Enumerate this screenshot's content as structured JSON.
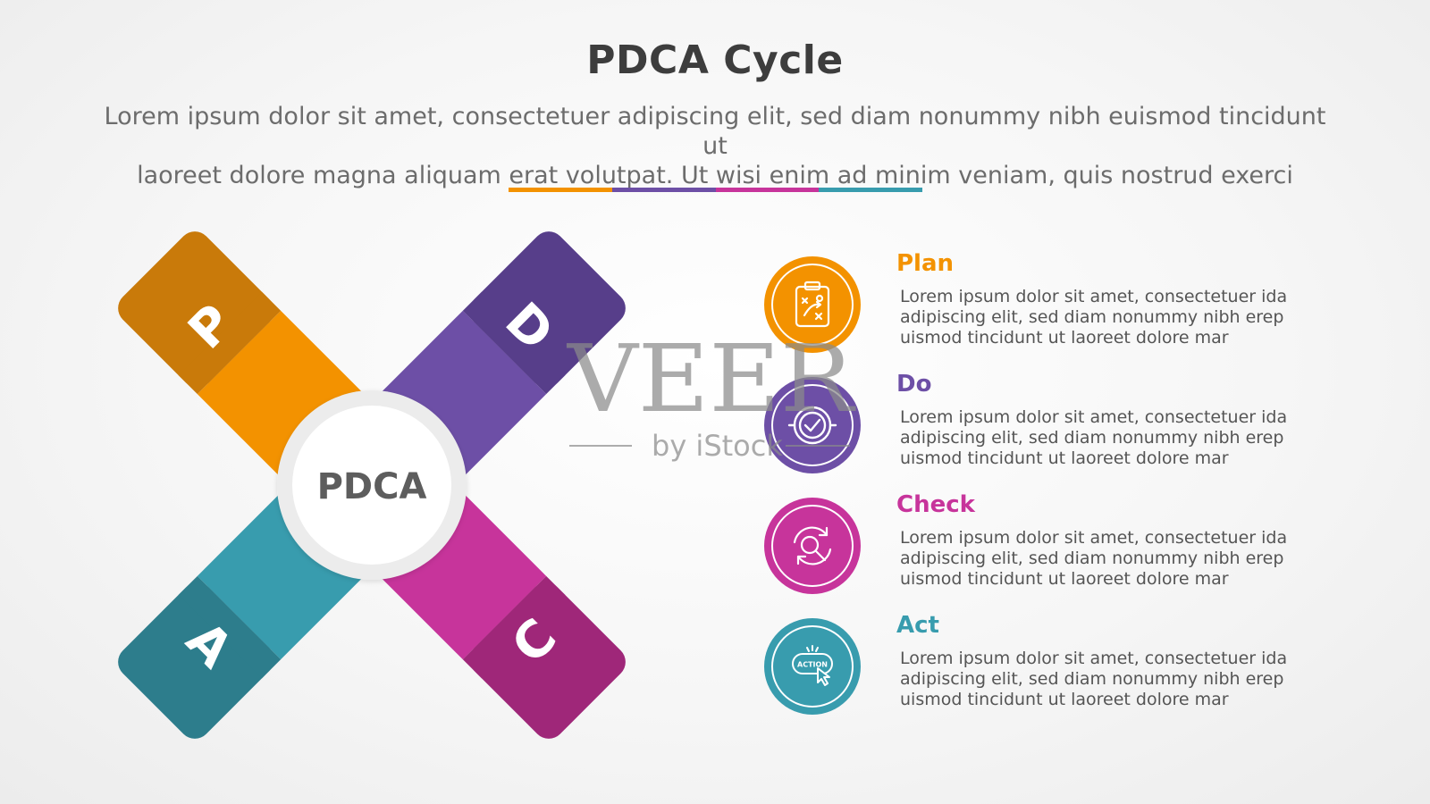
{
  "header": {
    "title": "PDCA Cycle",
    "subtitle_line1": "Lorem ipsum dolor sit amet, consectetuer adipiscing elit, sed diam nonummy nibh euismod tincidunt ut",
    "subtitle_line2": "laoreet dolore magna aliquam erat volutpat. Ut wisi enim ad minim veniam, quis nostrud exerci"
  },
  "colors": {
    "plan": "#F39200",
    "plan_dark": "#C97A0A",
    "do": "#6D4FA6",
    "do_dark": "#573E8A",
    "check": "#C7349B",
    "check_dark": "#9F2779",
    "act": "#389CAE",
    "act_dark": "#2D7D8C"
  },
  "diagram": {
    "center_label": "PDCA",
    "letters": {
      "p": "P",
      "d": "D",
      "c": "C",
      "a": "A"
    }
  },
  "items": [
    {
      "title": "Plan",
      "icon": "clipboard-strategy-icon",
      "desc1": "Lorem ipsum dolor sit amet, consectetuer ida",
      "desc2": "adipiscing elit, sed diam nonummy nibh erep",
      "desc3": "uismod tincidunt ut laoreet dolore mar"
    },
    {
      "title": "Do",
      "icon": "check-circle-icon",
      "desc1": "Lorem ipsum dolor sit amet, consectetuer ida",
      "desc2": "adipiscing elit, sed diam nonummy nibh erep",
      "desc3": "uismod tincidunt ut laoreet dolore mar"
    },
    {
      "title": "Check",
      "icon": "search-refresh-icon",
      "desc1": "Lorem ipsum dolor sit amet, consectetuer ida",
      "desc2": "adipiscing elit, sed diam nonummy nibh erep",
      "desc3": "uismod tincidunt ut laoreet dolore mar"
    },
    {
      "title": "Act",
      "icon": "action-button-icon",
      "icon_text": "ACTION",
      "desc1": "Lorem ipsum dolor sit amet, consectetuer ida",
      "desc2": "adipiscing elit, sed diam nonummy nibh erep",
      "desc3": "uismod tincidunt ut laoreet dolore mar"
    }
  ],
  "watermark": {
    "brand": "VEER",
    "byline": "by iStock"
  }
}
